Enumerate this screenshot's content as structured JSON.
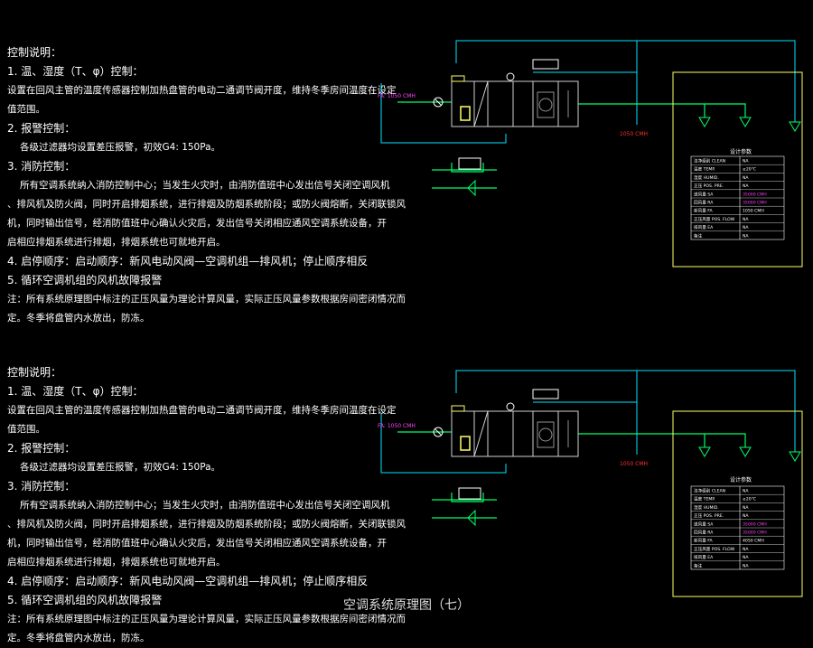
{
  "notes": [
    {
      "lines": [
        "控制说明：",
        "1. 温、湿度（T、φ）控制：",
        "设置在回风主管的温度传感器控制加热盘管的电动二通调节阀开度，维持冬季房间温度在设定",
        "值范围。",
        "2. 报警控制：",
        "各级过滤器均设置差压报警，初效G4: 150Pa。",
        "3. 消防控制：",
        "所有空调系统纳入消防控制中心；当发生火灾时，由消防值班中心发出信号关闭空调风机",
        "、排风机及防火阀，同时开启排烟系统，进行排烟及防烟系统阶段；或防火阀熔断，关闭联锁风",
        "机，同时输出信号，经消防值班中心确认火灾后，发出信号关闭相应通风空调系统设备，开",
        "启相应排烟系统进行排烟，排烟系统也可就地开启。",
        "4. 启停顺序：启动顺序：新风电动风阀—空调机组—排风机；停止顺序相反",
        "5. 循环空调机组的风机故障报警",
        "注：所有系统原理图中标注的正压风量为理论计算风量，实际正压风量参数根据房间密闭情况而",
        "定。冬季将盘管内水放出，防冻。"
      ]
    },
    {
      "lines": [
        "控制说明：",
        "1. 温、湿度（T、φ）控制：",
        "设置在回风主管的温度传感器控制加热盘管的电动二通调节阀开度，维持冬季房间温度在设定",
        "值范围。",
        "2. 报警控制：",
        "各级过滤器均设置差压报警，初效G4: 150Pa。",
        "3. 消防控制：",
        "所有空调系统纳入消防控制中心；当发生火灾时，由消防值班中心发出信号关闭空调风机",
        "、排风机及防火阀，同时开启排烟系统，进行排烟及防烟系统阶段；或防火阀熔断，关闭联锁风",
        "机，同时输出信号，经消防值班中心确认火灾后，发出信号关闭相应通风空调系统设备，开",
        "启相应排烟系统进行排烟，排烟系统也可就地开启。",
        "4. 启停顺序：启动顺序：新风电动风阀—空调机组—排风机；停止顺序相反",
        "5. 循环空调机组的风机故障报警",
        "注：所有系统原理图中标注的正压风量为理论计算风量，实际正压风量参数根据房间密闭情况而",
        "定。冬季将盘管内水放出，防冻。"
      ]
    }
  ],
  "schematics": [
    {
      "fresh_air_label": "FA: 1050 CMH",
      "supply_label": "1050 CMH",
      "table_title": "设计参数",
      "table_rows": [
        [
          "洁净级别 CLEAN",
          "NA"
        ],
        [
          "温度 TEMP.",
          "≥20℃"
        ],
        [
          "湿度 HUMID.",
          "NA"
        ],
        [
          "正压 POS. PRE.",
          "NA"
        ],
        [
          "送风量 SA",
          "35000 CMH"
        ],
        [
          "回风量 RA",
          "35000 CMH"
        ],
        [
          "新风量 FA",
          "1050 CMH"
        ],
        [
          "正压风量 POS. FLOW",
          "NA"
        ],
        [
          "排风量 EA",
          "NA"
        ],
        [
          "备注",
          "NA"
        ]
      ]
    },
    {
      "fresh_air_label": "FA: 1050 CMH",
      "supply_label": "1050 CMH",
      "table_title": "设计参数",
      "table_rows": [
        [
          "洁净级别 CLEAN",
          "NA"
        ],
        [
          "温度 TEMP.",
          "≥20℃"
        ],
        [
          "湿度 HUMID.",
          "NA"
        ],
        [
          "正压 POS. PRE.",
          "NA"
        ],
        [
          "送风量 SA",
          "35000 CMH"
        ],
        [
          "回风量 RA",
          "35000 CMH"
        ],
        [
          "新风量 FA",
          "4050 CMH"
        ],
        [
          "正压风量 POS. FLOW",
          "NA"
        ],
        [
          "排风量 EA",
          "NA"
        ],
        [
          "备注",
          "NA"
        ]
      ]
    }
  ],
  "footer": "空调系统原理图（七）",
  "colors": {
    "line_cyan": "#00e5ff",
    "line_green": "#00ff66",
    "frame_yellow": "#ffff66",
    "magenta_value": "#ff44ff",
    "red_label": "#ff3030"
  }
}
